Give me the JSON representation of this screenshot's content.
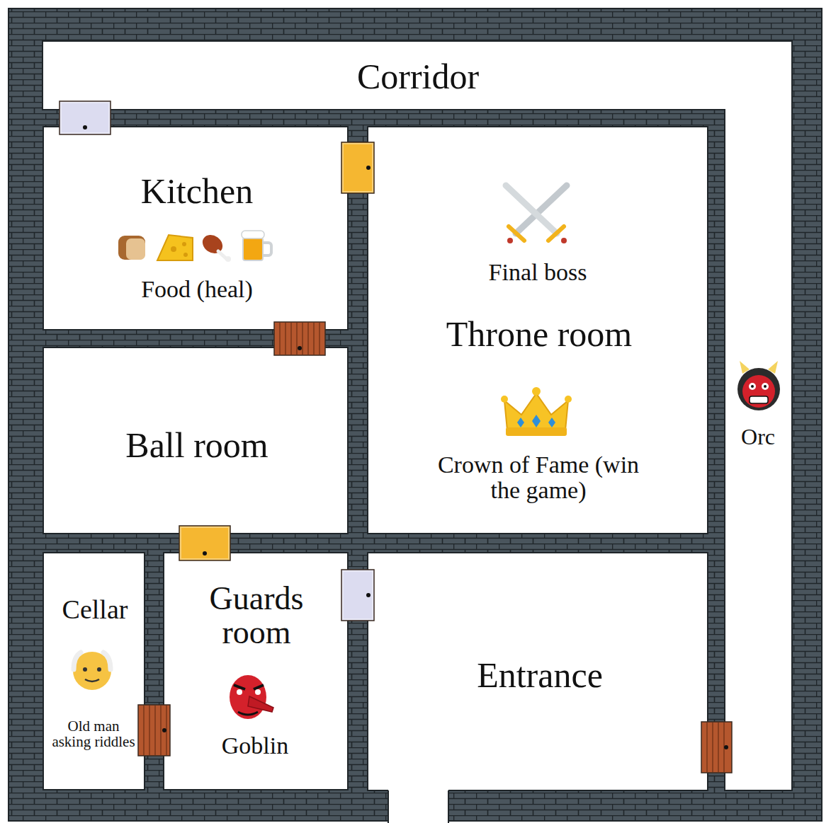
{
  "diagram": {
    "nodes": [
      {
        "text": [
          "Corridor",
          "Orc"
        ]
      },
      {
        "text": [
          "Kitchen",
          "Food (heal)"
        ]
      },
      {
        "text": [
          "Final boss",
          "Throne room",
          "Crown of Fame (win the game)"
        ]
      },
      {
        "text": [
          "Ball room"
        ]
      },
      {
        "text": [
          "Cellar",
          "Old man asking riddles"
        ]
      },
      {
        "text": [
          "Guards room",
          "Goblin"
        ]
      },
      {
        "text": [
          "Entrance"
        ]
      }
    ],
    "edges": [
      {
        "from": 0,
        "to": 1,
        "arrow": "none"
      },
      {
        "from": 1,
        "to": 2,
        "arrow": "none"
      },
      {
        "from": 1,
        "to": 3,
        "arrow": "none"
      },
      {
        "from": 3,
        "to": 5,
        "arrow": "none"
      },
      {
        "from": 5,
        "to": 6,
        "arrow": "none"
      },
      {
        "from": 4,
        "to": 5,
        "arrow": "none"
      },
      {
        "from": 6,
        "to": 0,
        "arrow": "none"
      }
    ]
  }
}
